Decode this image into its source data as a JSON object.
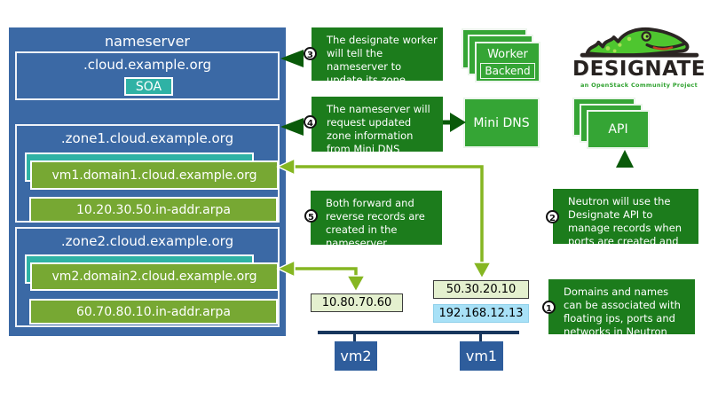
{
  "nameserver": {
    "title": "nameserver",
    "soa_zone": {
      "domain": ".cloud.example.org",
      "record": "SOA"
    },
    "zones": [
      {
        "title": ".zone1.cloud.example.org",
        "forward_record": "vm1.domain1.cloud.example.org",
        "reverse_record": "10.20.30.50.in-addr.arpa"
      },
      {
        "title": ".zone2.cloud.example.org",
        "forward_record": "vm2.domain2.cloud.example.org",
        "reverse_record": "60.70.80.10.in-addr.arpa"
      }
    ]
  },
  "notes": [
    {
      "number": "1",
      "text": "Domains and names can be associated with floating ips, ports and networks in Neutron"
    },
    {
      "number": "2",
      "text": "Neutron will use the Designate API to manage records when ports are created and destroyed"
    },
    {
      "number": "3",
      "text": "The designate worker will tell the nameserver to update its zone information"
    },
    {
      "number": "4",
      "text": "The nameserver will request updated zone information from Mini DNS"
    },
    {
      "number": "5",
      "text": "Both forward and reverse records are created in the nameserver"
    }
  ],
  "services": {
    "worker": {
      "label": "Worker",
      "backend_label": "Backend"
    },
    "minidns": {
      "label": "Mini DNS"
    },
    "api": {
      "label": "API"
    }
  },
  "logo": {
    "title": "DESIGNATE",
    "subtitle": "an OpenStack Community Project"
  },
  "instances": {
    "vm1": {
      "label": "vm1",
      "floating_ip": "50.30.20.10",
      "fixed_ip": "192.168.12.13"
    },
    "vm2": {
      "label": "vm2",
      "floating_ip": "10.80.70.60"
    }
  },
  "colors": {
    "nameserver_blue": "#3b69a5",
    "note_green": "#1c7c1c",
    "service_green": "#35a535",
    "record_green": "#77a833",
    "teal": "#2fb2a5",
    "arrow_light_green": "#85b622",
    "arrow_dark_green": "#0a5a0a",
    "ip_pale_green": "#e4f0cf",
    "ip_light_blue": "#a8e1f7",
    "vm_blue": "#2e5d9c",
    "bus_navy": "#17365d"
  }
}
